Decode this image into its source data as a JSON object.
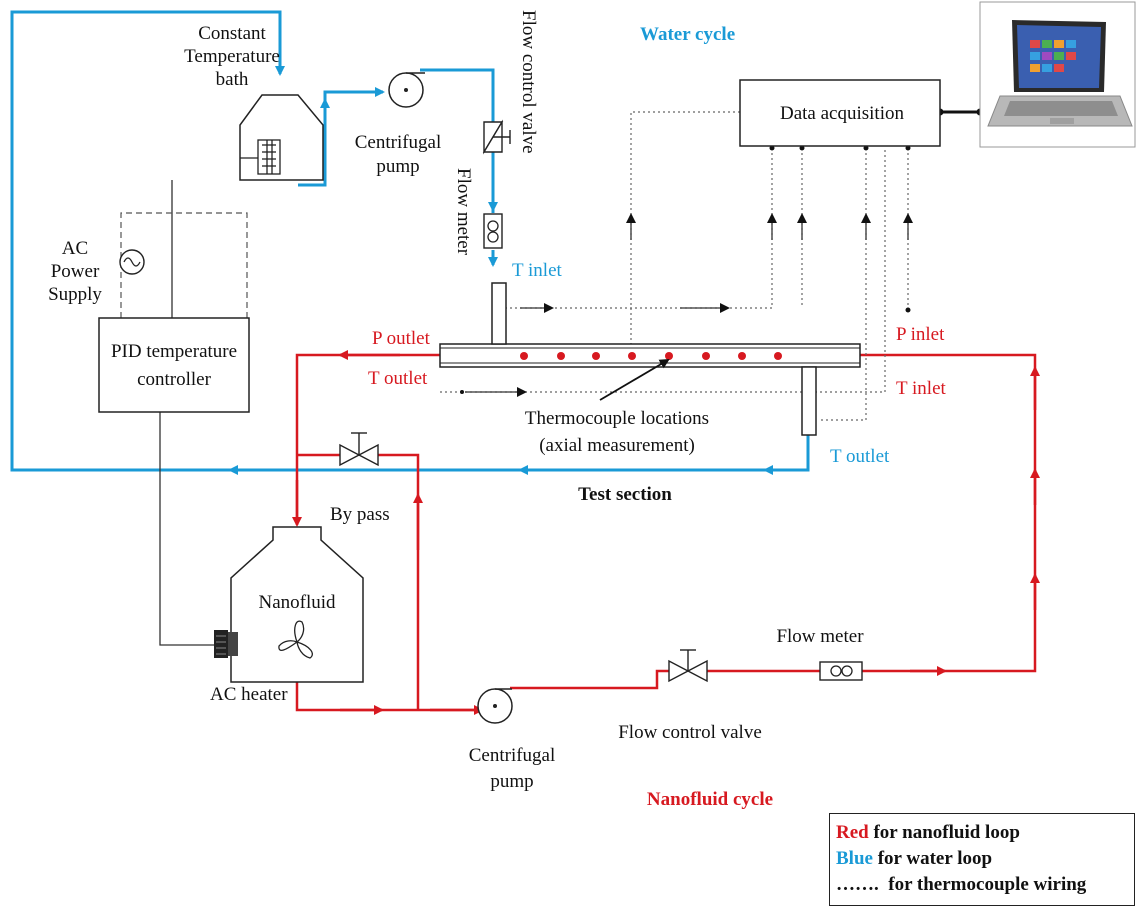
{
  "labels": {
    "water_cycle": "Water cycle",
    "data_acquisition": "Data acquisition",
    "constant_temp_line1": "Constant",
    "constant_temp_line2": "Temperature",
    "constant_temp_line3": "bath",
    "centrifugal_pump_top_line1": "Centrifugal",
    "centrifugal_pump_top_line2": "pump",
    "flow_control_valve_vertical": "Flow control valve",
    "flow_meter_vertical": "Flow meter",
    "t_inlet_blue": "T inlet",
    "ac_line1": "AC",
    "ac_line2": "Power",
    "ac_line3": "Supply",
    "pid_line1": "PID temperature",
    "pid_line2": "controller",
    "p_outlet": "P outlet",
    "t_outlet_red": "T outlet",
    "p_inlet": "P inlet",
    "t_inlet_red": "T inlet",
    "thermocouple_line1": "Thermocouple locations",
    "thermocouple_line2": "(axial measurement)",
    "t_outlet_blue": "T outlet",
    "test_section": "Test section",
    "by_pass": "By pass",
    "nanofluid": "Nanofluid",
    "ac_heater": "AC heater",
    "centrifugal_pump_bottom_line1": "Centrifugal",
    "centrifugal_pump_bottom_line2": "pump",
    "flow_control_valve_bottom": "Flow control valve",
    "flow_meter_bottom": "Flow meter",
    "nanofluid_cycle": "Nanofluid cycle"
  },
  "legend": {
    "red_word": "Red",
    "red_rest": " for nanofluid loop",
    "blue_word": "Blue",
    "blue_rest": " for water loop",
    "dots_word": "…….",
    "dots_rest": "  for thermocouple wiring"
  },
  "colors": {
    "water_loop": "#1a9ad6",
    "nanofluid_loop": "#d71920",
    "wiring": "#666666"
  },
  "icons": [
    "laptop-icon",
    "pump-icon",
    "valve-icon",
    "flow-meter-icon",
    "ac-source-icon",
    "fan-icon",
    "heater-icon",
    "heat-exchanger-icon"
  ]
}
